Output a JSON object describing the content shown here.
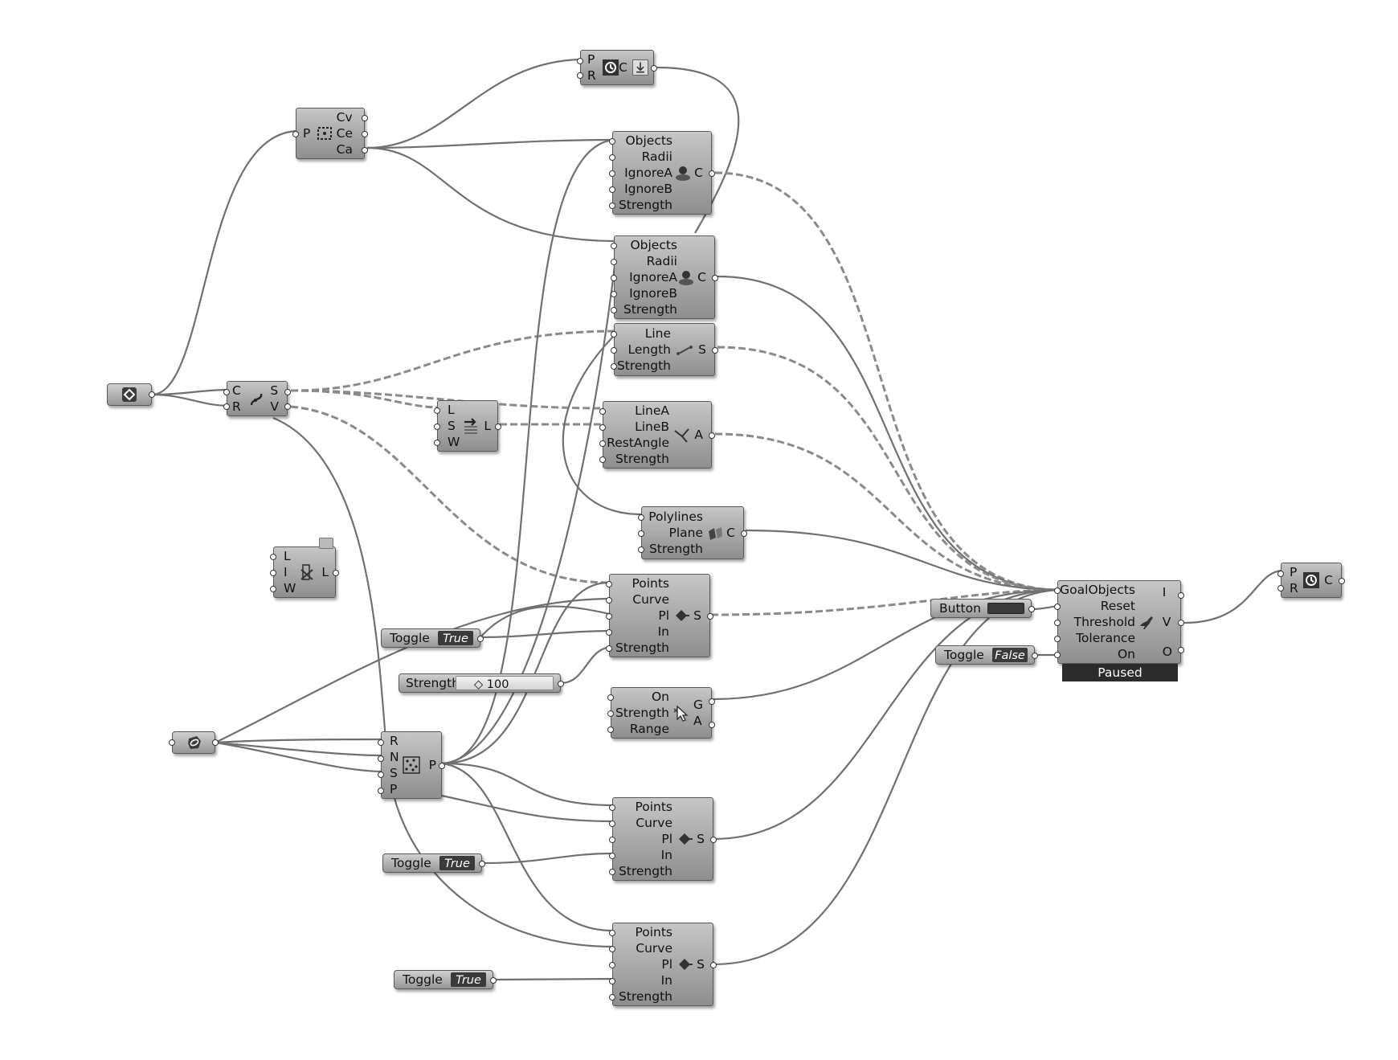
{
  "canvas": {
    "background": "#ffffff",
    "wire_color": "#707070"
  },
  "components": {
    "geom_hex": {
      "icon": "hexagon-geometry-icon"
    },
    "curve_param": {
      "icon": "curve-container-icon"
    },
    "area": {
      "inputs": [
        "P"
      ],
      "outputs": [
        "Cv",
        "Ce",
        "Ca"
      ],
      "icon": "area-properties-icon"
    },
    "timer_top": {
      "inputs": [
        "P",
        "R"
      ],
      "outputs": [
        "C"
      ],
      "icon": "timer-icon"
    },
    "collide1": {
      "inputs": [
        "Objects",
        "Radii",
        "IgnoreA",
        "IgnoreB",
        "Strength"
      ],
      "outputs": [
        "C"
      ],
      "icon": "collide-sphere-icon"
    },
    "collide2": {
      "inputs": [
        "Objects",
        "Radii",
        "IgnoreA",
        "IgnoreB",
        "Strength"
      ],
      "outputs": [
        "C"
      ],
      "icon": "collide-sphere-icon"
    },
    "divide": {
      "inputs": [
        "C",
        "R"
      ],
      "outputs": [
        "S",
        "V"
      ],
      "icon": "shatter-curve-icon"
    },
    "length_goal": {
      "inputs": [
        "Line",
        "Length",
        "Strength"
      ],
      "outputs": [
        "S"
      ],
      "icon": "length-spring-icon"
    },
    "shift_list": {
      "inputs": [
        "L",
        "S",
        "W"
      ],
      "outputs": [
        "L"
      ],
      "icon": "shift-list-icon"
    },
    "angle_goal": {
      "inputs": [
        "LineA",
        "LineB",
        "RestAngle",
        "Strength"
      ],
      "outputs": [
        "A"
      ],
      "icon": "angle-goal-icon"
    },
    "cull_list": {
      "inputs": [
        "L",
        "I",
        "W"
      ],
      "outputs": [
        "L"
      ],
      "icon": "cull-index-icon"
    },
    "planarize": {
      "inputs": [
        "Polylines",
        "Plane",
        "Strength"
      ],
      "outputs": [
        "C"
      ],
      "icon": "planarize-icon"
    },
    "on_curve1": {
      "inputs": [
        "Points",
        "Curve",
        "Pl",
        "In",
        "Strength"
      ],
      "outputs": [
        "S"
      ],
      "icon": "on-curve-icon"
    },
    "grab": {
      "inputs": [
        "On",
        "Strength",
        "Range"
      ],
      "outputs": [
        "G",
        "A"
      ],
      "icon": "grab-cursor-icon"
    },
    "brep_param": {
      "icon": "brep-container-icon"
    },
    "populate": {
      "inputs": [
        "R",
        "N",
        "S",
        "P"
      ],
      "outputs": [
        "P"
      ],
      "icon": "populate-points-icon"
    },
    "on_curve2": {
      "inputs": [
        "Points",
        "Curve",
        "Pl",
        "In",
        "Strength"
      ],
      "outputs": [
        "S"
      ],
      "icon": "on-curve-icon"
    },
    "on_curve3": {
      "inputs": [
        "Points",
        "Curve",
        "Pl",
        "In",
        "Strength"
      ],
      "outputs": [
        "S"
      ],
      "icon": "on-curve-icon"
    },
    "solver": {
      "inputs": [
        "GoalObjects",
        "Reset",
        "Threshold",
        "Tolerance",
        "On"
      ],
      "outputs": [
        "I",
        "V",
        "O"
      ],
      "icon": "kangaroo-icon",
      "status": "Paused"
    },
    "timer_right": {
      "inputs": [
        "P",
        "R"
      ],
      "outputs": [
        "C"
      ],
      "icon": "timer-icon"
    }
  },
  "toggles": {
    "t1": {
      "label": "Toggle",
      "value": "True"
    },
    "t2": {
      "label": "Toggle",
      "value": "True"
    },
    "t3": {
      "label": "Toggle",
      "value": "True"
    },
    "t4": {
      "label": "Toggle",
      "value": "False"
    }
  },
  "slider": {
    "label": "Strength",
    "value": "◇ 100"
  },
  "button": {
    "label": "Button"
  }
}
